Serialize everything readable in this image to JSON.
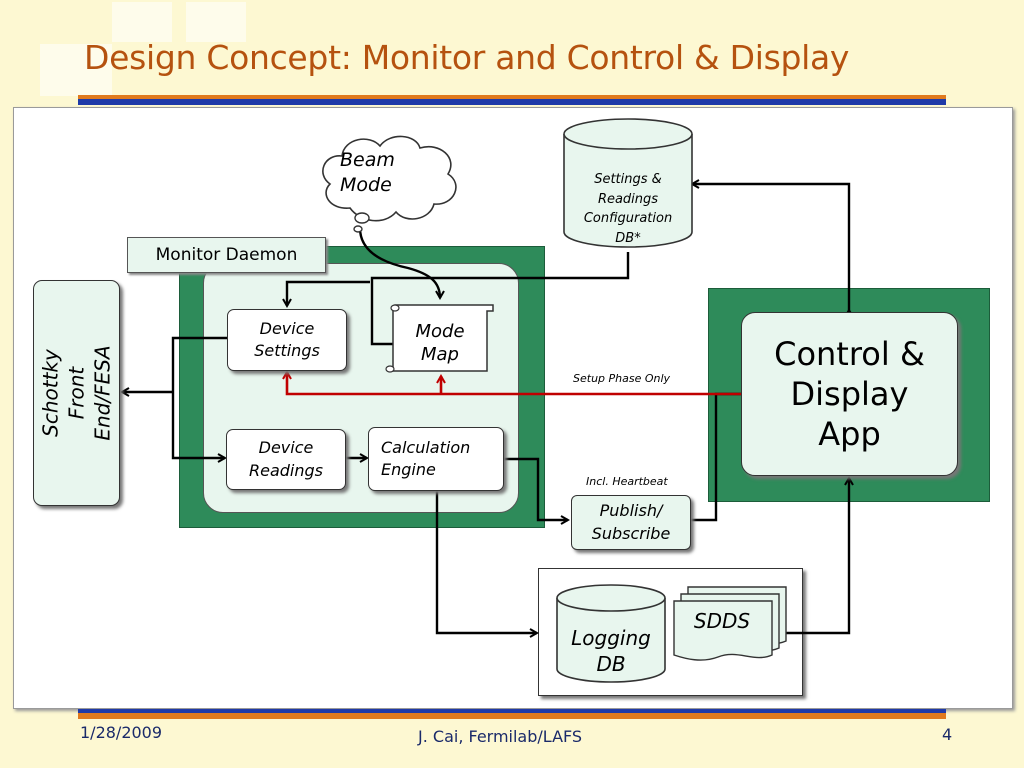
{
  "slide": {
    "title": "Design Concept: Monitor and Control & Display",
    "date": "1/28/2009",
    "author": "J. Cai, Fermilab/LAFS",
    "page": "4"
  },
  "diagram": {
    "beam_mode": "Beam Mode",
    "db_config": "Settings & Readings Configuration DB*",
    "monitor_daemon": "Monitor Daemon",
    "front_end": "Schottky Front End/FESA",
    "device_settings": "Device Settings",
    "mode_map": "Mode Map",
    "device_readings": "Device Readings",
    "calc_engine": "Calculation Engine",
    "setup_phase": "Setup Phase Only",
    "heartbeat": "Incl. Heartbeat",
    "pubsub": "Publish/ Subscribe",
    "control_display": "Control & Display App",
    "logging_db": "Logging DB",
    "sdds": "SDDS"
  },
  "colors": {
    "title": "#b5520f",
    "green_frame": "#2e8b5a",
    "red_arrow": "#c00000",
    "rule_blue": "#1f3aa8",
    "rule_orange": "#e07a1e"
  }
}
